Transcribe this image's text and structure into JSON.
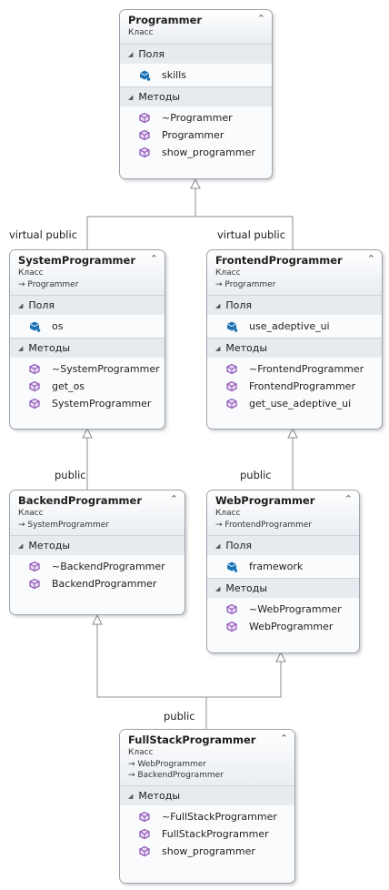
{
  "labels": {
    "sect_fields": "Поля",
    "sect_methods": "Методы"
  },
  "inheritance": {
    "system_from_programmer": "virtual public",
    "frontend_from_programmer": "virtual public",
    "backend_from_system": "public",
    "web_from_frontend": "public",
    "fullstack_from_backend_web": "public"
  },
  "classes": {
    "programmer": {
      "name": "Programmer",
      "kind": "Класс",
      "fields": [
        "skills"
      ],
      "methods": [
        "~Programmer",
        "Programmer",
        "show_programmer"
      ]
    },
    "system": {
      "name": "SystemProgrammer",
      "kind": "Класс",
      "base": "Programmer",
      "fields": [
        "os"
      ],
      "methods": [
        "~SystemProgrammer",
        "get_os",
        "SystemProgrammer"
      ]
    },
    "frontend": {
      "name": "FrontendProgrammer",
      "kind": "Класс",
      "base": "Programmer",
      "fields": [
        "use_adeptive_ui"
      ],
      "methods": [
        "~FrontendProgrammer",
        "FrontendProgrammer",
        "get_use_adeptive_ui"
      ]
    },
    "backend": {
      "name": "BackendProgrammer",
      "kind": "Класс",
      "base": "SystemProgrammer",
      "methods": [
        "~BackendProgrammer",
        "BackendProgrammer"
      ]
    },
    "web": {
      "name": "WebProgrammer",
      "kind": "Класс",
      "base": "FrontendProgrammer",
      "fields": [
        "framework"
      ],
      "methods": [
        "~WebProgrammer",
        "WebProgrammer"
      ]
    },
    "fullstack": {
      "name": "FullStackProgrammer",
      "kind": "Класс",
      "bases": [
        "WebProgrammer",
        "BackendProgrammer"
      ],
      "methods": [
        "~FullStackProgrammer",
        "FullStackProgrammer",
        "show_programmer"
      ]
    }
  },
  "colors": {
    "border": "#9aa3ad",
    "section_bg": "#e7eaef",
    "method_icon": "#8a4fb3",
    "field_icon": "#1e73b5",
    "line": "#8c8c8c"
  }
}
